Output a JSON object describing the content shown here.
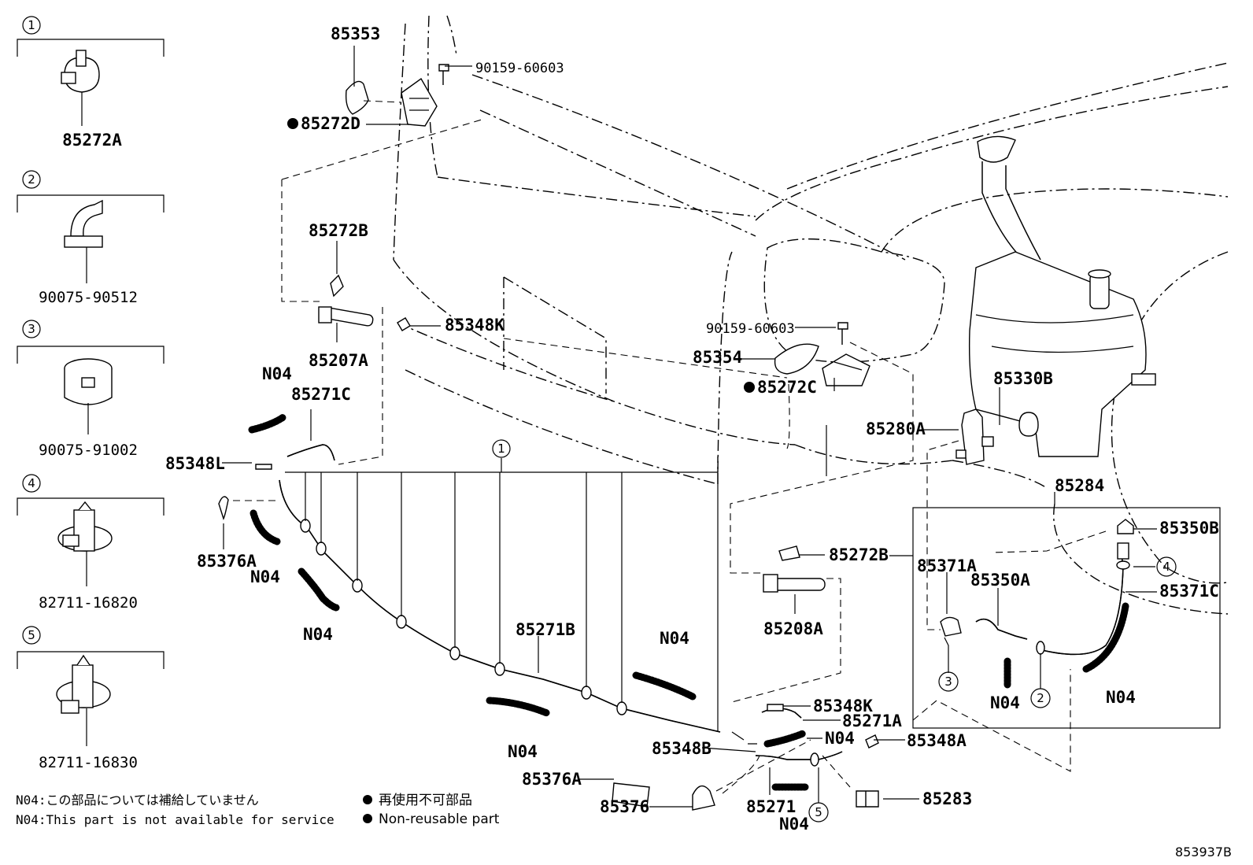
{
  "legend": {
    "items": [
      {
        "num": "1",
        "part": "85272A"
      },
      {
        "num": "2",
        "part": "90075-90512"
      },
      {
        "num": "3",
        "part": "90075-91002"
      },
      {
        "num": "4",
        "part": "82711-16820"
      },
      {
        "num": "5",
        "part": "82711-16830"
      }
    ]
  },
  "callouts": {
    "p85353": "85353",
    "p90159_top": "90159-60603",
    "p85272D": "85272D",
    "p85272B_left": "85272B",
    "p85207A": "85207A",
    "p85348K_top": "85348K",
    "p90159_mid": "90159-60603",
    "p85354": "85354",
    "p85272C": "85272C",
    "p85330B": "85330B",
    "p85280A": "85280A",
    "p85284": "85284",
    "p85350B": "85350B",
    "p85371A": "85371A",
    "p85350A": "85350A",
    "p85371C": "85371C",
    "p85272B_right": "85272B",
    "p85208A": "85208A",
    "p85271C": "85271C",
    "p85348L": "85348L",
    "p85376A_left": "85376A",
    "p85271B": "85271B",
    "p85348K_bottom": "85348K",
    "p85271A": "85271A",
    "p85348A": "85348A",
    "p85348B": "85348B",
    "p85376A_bottom": "85376A",
    "p85376": "85376",
    "p85271": "85271",
    "p85283": "85283",
    "n04": "N04"
  },
  "circle_refs": {
    "c1": "1",
    "c2": "2",
    "c3": "3",
    "c4": "4",
    "c5": "5"
  },
  "notes": {
    "jp": "N04:この部品については補給していません",
    "en": "N04:This part is not available for service"
  },
  "symbol_legend": {
    "jp": "再使用不可部品",
    "en": "Non-reusable part"
  },
  "diagram_code": "853937B"
}
